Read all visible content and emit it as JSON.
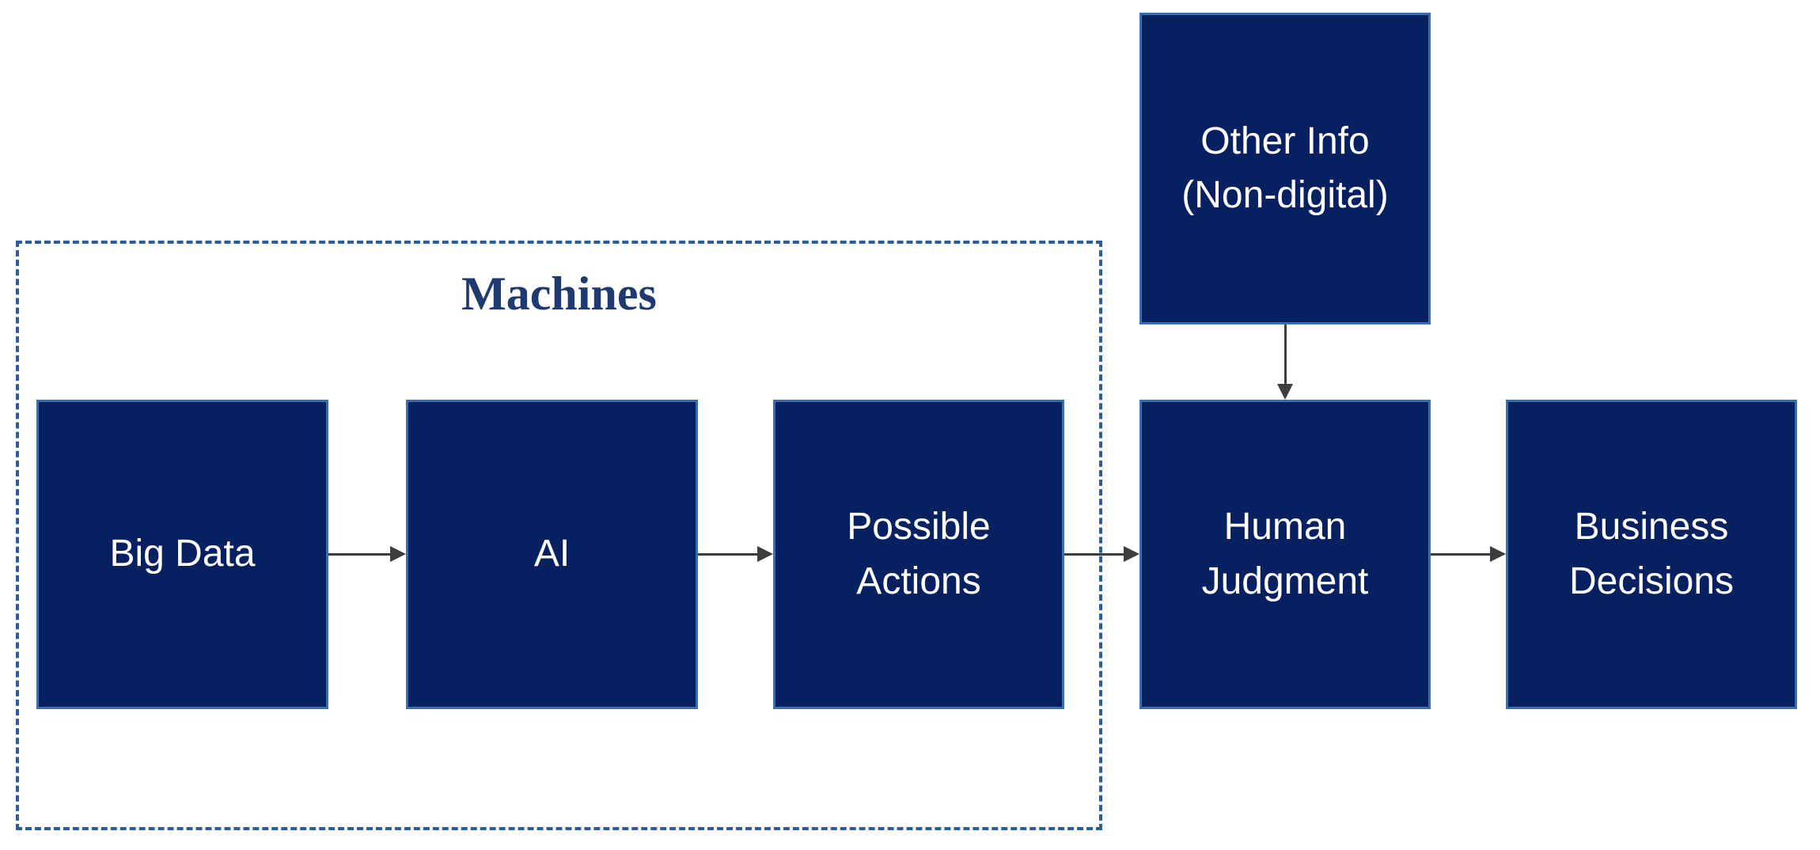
{
  "diagram": {
    "background_color": "#ffffff",
    "group_box": {
      "label": "Machines",
      "border_style": "dashed",
      "border_color": "#2b5c9e",
      "label_color": "#1f3a6e",
      "contains": [
        "big-data",
        "ai",
        "possible-actions"
      ]
    },
    "node_style": {
      "fill_color": "#07205f",
      "border_color": "#3a6fad",
      "text_color": "#ffffff"
    },
    "arrow_color": "#3d3d3d",
    "nodes": [
      {
        "id": "big-data",
        "lines": [
          "Big Data"
        ]
      },
      {
        "id": "ai",
        "lines": [
          "AI"
        ]
      },
      {
        "id": "possible-actions",
        "lines": [
          "Possible",
          "Actions"
        ]
      },
      {
        "id": "other-info",
        "lines": [
          "Other Info",
          "(Non-digital)"
        ]
      },
      {
        "id": "human-judgment",
        "lines": [
          "Human",
          "Judgment"
        ]
      },
      {
        "id": "business-decisions",
        "lines": [
          "Business",
          "Decisions"
        ]
      }
    ],
    "edges": [
      {
        "from": "big-data",
        "to": "ai",
        "direction": "right"
      },
      {
        "from": "ai",
        "to": "possible-actions",
        "direction": "right"
      },
      {
        "from": "possible-actions",
        "to": "human-judgment",
        "direction": "right"
      },
      {
        "from": "other-info",
        "to": "human-judgment",
        "direction": "down"
      },
      {
        "from": "human-judgment",
        "to": "business-decisions",
        "direction": "right"
      }
    ]
  }
}
